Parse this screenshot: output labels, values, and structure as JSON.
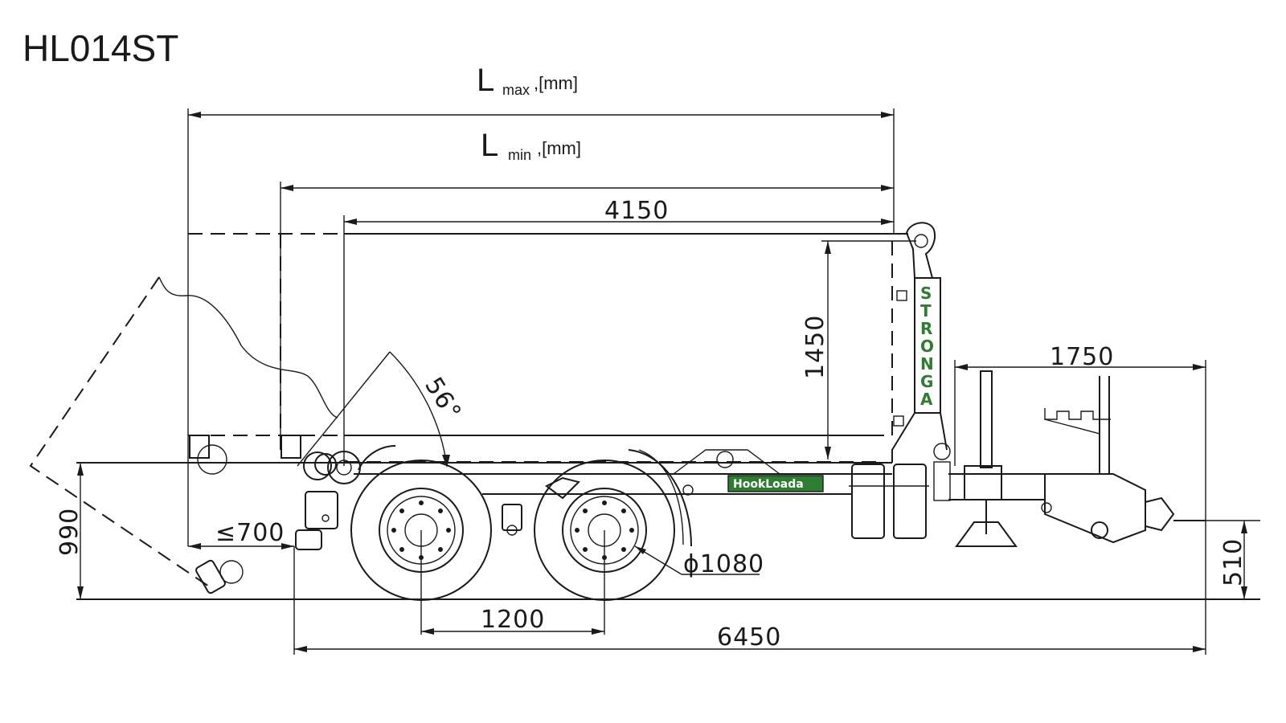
{
  "title": "HL014ST",
  "labels": {
    "lmax_main": "L",
    "lmax_sub": "max",
    "lmax_unit": ",[mm]",
    "lmin_main": "L",
    "lmin_sub": "min",
    "lmin_unit": ",[mm]"
  },
  "dimensions": {
    "d4150": "4150",
    "d1450": "1450",
    "d1750": "1750",
    "d56": "56°",
    "d700": "≤700",
    "d990": "990",
    "d1080": "ϕ1080",
    "d1200": "1200",
    "d6450": "6450",
    "d510": "510"
  },
  "brand": {
    "mast_text": "STRONGA",
    "plate_text": "HookLoada",
    "color": "#2e7d32"
  }
}
